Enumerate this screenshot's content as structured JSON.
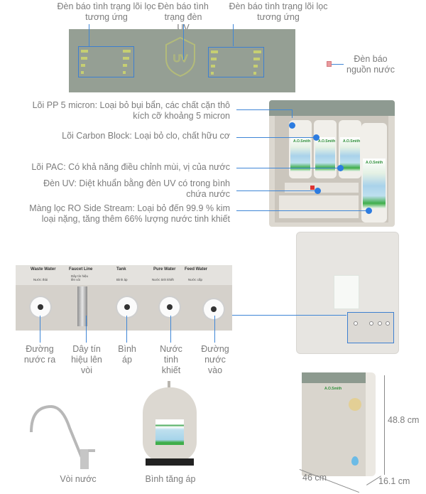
{
  "top_panel": {
    "labels": {
      "left_filter_indicator": "Đèn báo tình trạng lõi lọc tương ứng",
      "uv_indicator": "Đèn báo tình trạng đèn UV",
      "right_filter_indicator": "Đèn báo tình trạng lõi lọc tương ứng",
      "power_indicator": "Đèn báo nguồn nước"
    },
    "uv_text": "UV"
  },
  "filters": {
    "items": [
      {
        "label": "Lõi PP 5 micron: Loại bỏ bụi bẩn, các chất cặn thô kích cỡ khoảng 5 micron"
      },
      {
        "label": "Lõi Carbon Block: Loại bỏ clo, chất hữu cơ"
      },
      {
        "label": "Lõi PAC: Có khả năng điều chỉnh mùi, vị của nước"
      },
      {
        "label": "Đèn UV: Diệt khuẩn bằng đèn UV có trong bình chứa nước"
      },
      {
        "label": "Màng lọc RO Side Stream: Loại bỏ đến 99.9 % kim loại nặng, tăng thêm 66% lượng nước tinh khiết"
      }
    ],
    "brand": "A.O.Smith"
  },
  "connectors": {
    "ports": [
      {
        "en": "Waste Water",
        "vn": "Nước thải",
        "label": "Đường nước ra"
      },
      {
        "en": "Faucet Line",
        "vn": "Dây tín hiệu lên vòi",
        "label": "Dây tín hiệu lên vòi"
      },
      {
        "en": "Tank",
        "vn": "Bình áp",
        "label": "Bình áp"
      },
      {
        "en": "Pure Water",
        "vn": "Nước tinh khiết",
        "label": "Nước tinh khiết"
      },
      {
        "en": "Feed Water",
        "vn": "Nước cấp",
        "label": "Đường nước vào"
      }
    ]
  },
  "accessories": {
    "faucet": "Vòi nước",
    "tank": "Bình tăng áp"
  },
  "dimensions": {
    "height": "48.8 cm",
    "width": "46 cm",
    "depth": "16.1 cm"
  },
  "colors": {
    "callout_line": "#3f86d6",
    "callout_dot": "#2d7ce0",
    "led_green": "#c6cf72",
    "power_led": "#e99a9d"
  }
}
